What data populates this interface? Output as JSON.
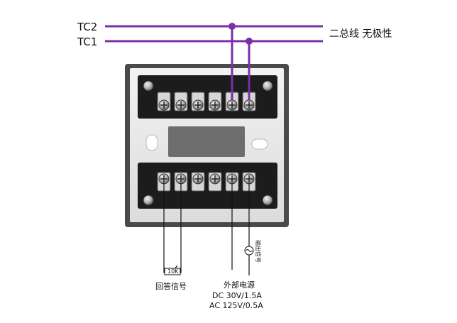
{
  "labels": {
    "tc2": "TC2",
    "tc1": "TC1",
    "bus": "二总线 无极性",
    "feedback": "回答信号",
    "resistor": "10K",
    "ext_power": "外部电源",
    "dc_rating": "DC 30V/1.5A",
    "ac_rating": "AC 125V/0.5A",
    "side_label": "输出信号"
  },
  "colors": {
    "bus_wire": "#7a2fa8",
    "signal_wire": "#111111",
    "module_frame": "#4a4a4a",
    "module_face": "#e9e9e9",
    "terminal_block": "#1c1c1c"
  },
  "terminals": {
    "top_row_count": 6,
    "bottom_row_count": 6
  }
}
